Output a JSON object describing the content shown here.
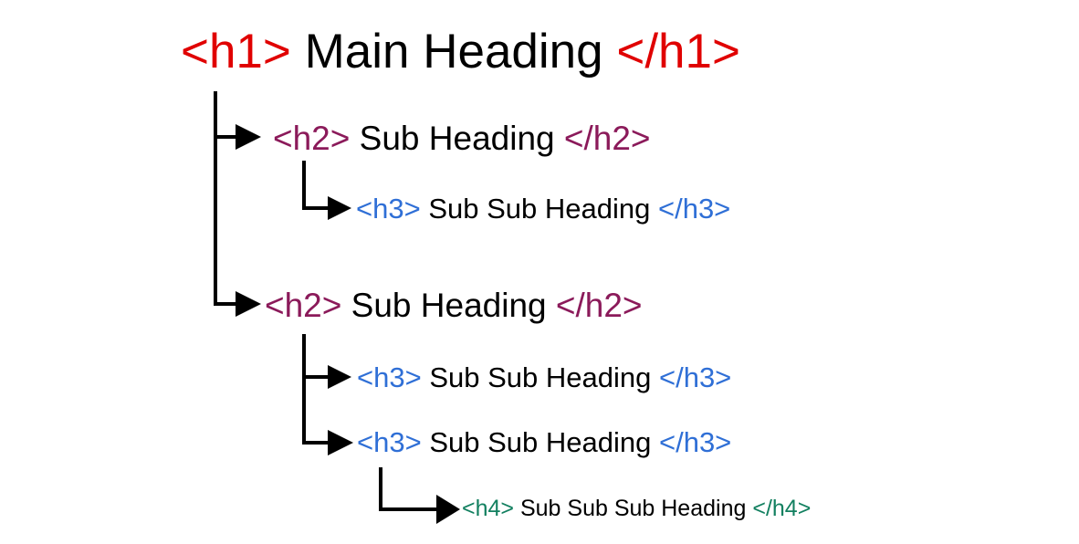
{
  "colors": {
    "h1": "#e00000",
    "h2": "#8b1a5a",
    "h3": "#2f6fd6",
    "h4": "#138060",
    "text": "#000000",
    "connector": "#000000"
  },
  "nodes": [
    {
      "level": "h1",
      "open": "<h1>",
      "text": "Main Heading",
      "close": "</h1>"
    },
    {
      "level": "h2",
      "open": "<h2>",
      "text": "Sub Heading",
      "close": "</h2>"
    },
    {
      "level": "h3",
      "open": "<h3>",
      "text": "Sub Sub Heading",
      "close": "</h3>"
    },
    {
      "level": "h2",
      "open": "<h2>",
      "text": "Sub Heading",
      "close": "</h2>"
    },
    {
      "level": "h3",
      "open": "<h3>",
      "text": "Sub Sub Heading",
      "close": "</h3>"
    },
    {
      "level": "h3",
      "open": "<h3>",
      "text": "Sub Sub Heading",
      "close": "</h3>"
    },
    {
      "level": "h4",
      "open": "<h4>",
      "text": "Sub Sub Sub Heading",
      "close": "</h4>"
    }
  ]
}
